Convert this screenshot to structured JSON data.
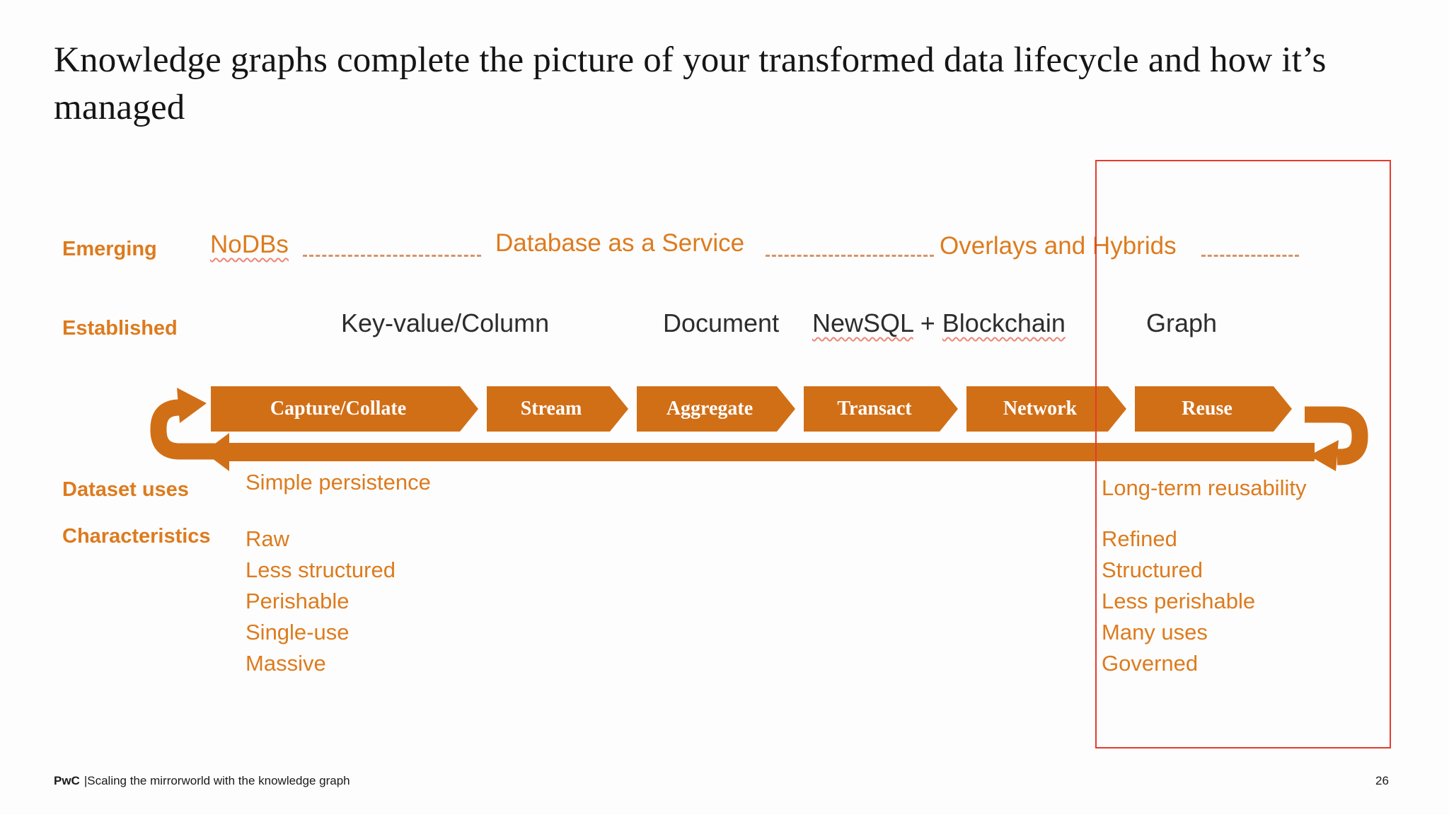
{
  "colors": {
    "orange_text": "#dd7b1e",
    "orange_shape": "#d16f17",
    "red_box": "#e43b2e",
    "squiggle_underline": "#ef8478"
  },
  "slide": {
    "title": "Knowledge graphs complete the picture of your transformed data lifecycle and how it’s managed"
  },
  "emerging": {
    "label": "Emerging",
    "nodbs": "NoDBs",
    "daas": "Database as a Service",
    "overlays": "Overlays and Hybrids"
  },
  "established": {
    "label": "Established",
    "keyvalue": "Key-value/Column",
    "document": "Document",
    "newsql": "NewSQL",
    "plus": "+",
    "blockchain": "Blockchain",
    "graph": "Graph"
  },
  "flow": {
    "stages": [
      "Capture/Collate",
      "Stream",
      "Aggregate",
      "Transact",
      "Network",
      "Reuse"
    ]
  },
  "dataset_uses": {
    "label": "Dataset uses",
    "left": "Simple persistence",
    "right": "Long-term reusability"
  },
  "characteristics": {
    "label": "Characteristics",
    "left": [
      "Raw",
      "Less structured",
      "Perishable",
      "Single-use",
      "Massive"
    ],
    "right": [
      "Refined",
      "Structured",
      "Less perishable",
      "Many uses",
      "Governed"
    ]
  },
  "footer": {
    "brand": "PwC",
    "tagline": "|Scaling the mirrorworld with the knowledge graph",
    "page_number": "26"
  }
}
